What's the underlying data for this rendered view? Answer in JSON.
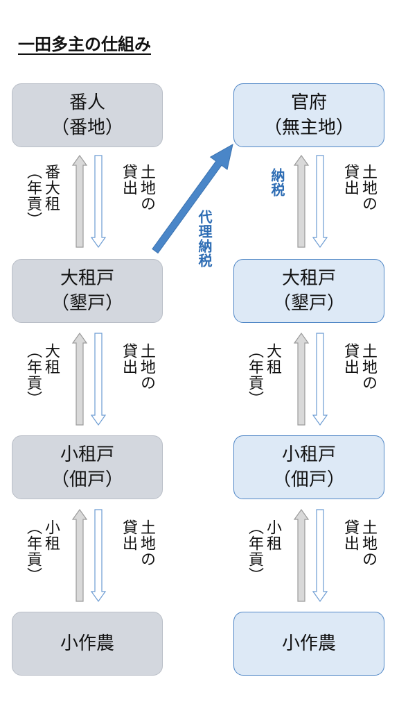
{
  "title": "一田多主の仕組み",
  "left": {
    "boxes": [
      {
        "line1": "番人",
        "line2": "（番地）"
      },
      {
        "line1": "大租戸",
        "line2": "（墾戸）"
      },
      {
        "line1": "小租戸",
        "line2": "（佃戸）"
      },
      {
        "line1": "小作農",
        "line2": ""
      }
    ],
    "up_labels": [
      {
        "col1": "番大租",
        "col2": "（年貢）"
      },
      {
        "col1": "大租",
        "col2": "（年貢）"
      },
      {
        "col1": "小租",
        "col2": "（年貢）"
      }
    ]
  },
  "right": {
    "boxes": [
      {
        "line1": "官府",
        "line2": "（無主地）"
      },
      {
        "line1": "大租戸",
        "line2": "（墾戸）"
      },
      {
        "line1": "小租戸",
        "line2": "（佃戸）"
      },
      {
        "line1": "小作農",
        "line2": ""
      }
    ],
    "up_labels": [
      {
        "col1": "納税",
        "col2": ""
      },
      {
        "col1": "大租",
        "col2": "（年貢）"
      },
      {
        "col1": "小租",
        "col2": "（年貢）"
      }
    ]
  },
  "down_label": {
    "col1": "土地の",
    "col2": "貸出"
  },
  "proxy_tax_label": "代理納税"
}
